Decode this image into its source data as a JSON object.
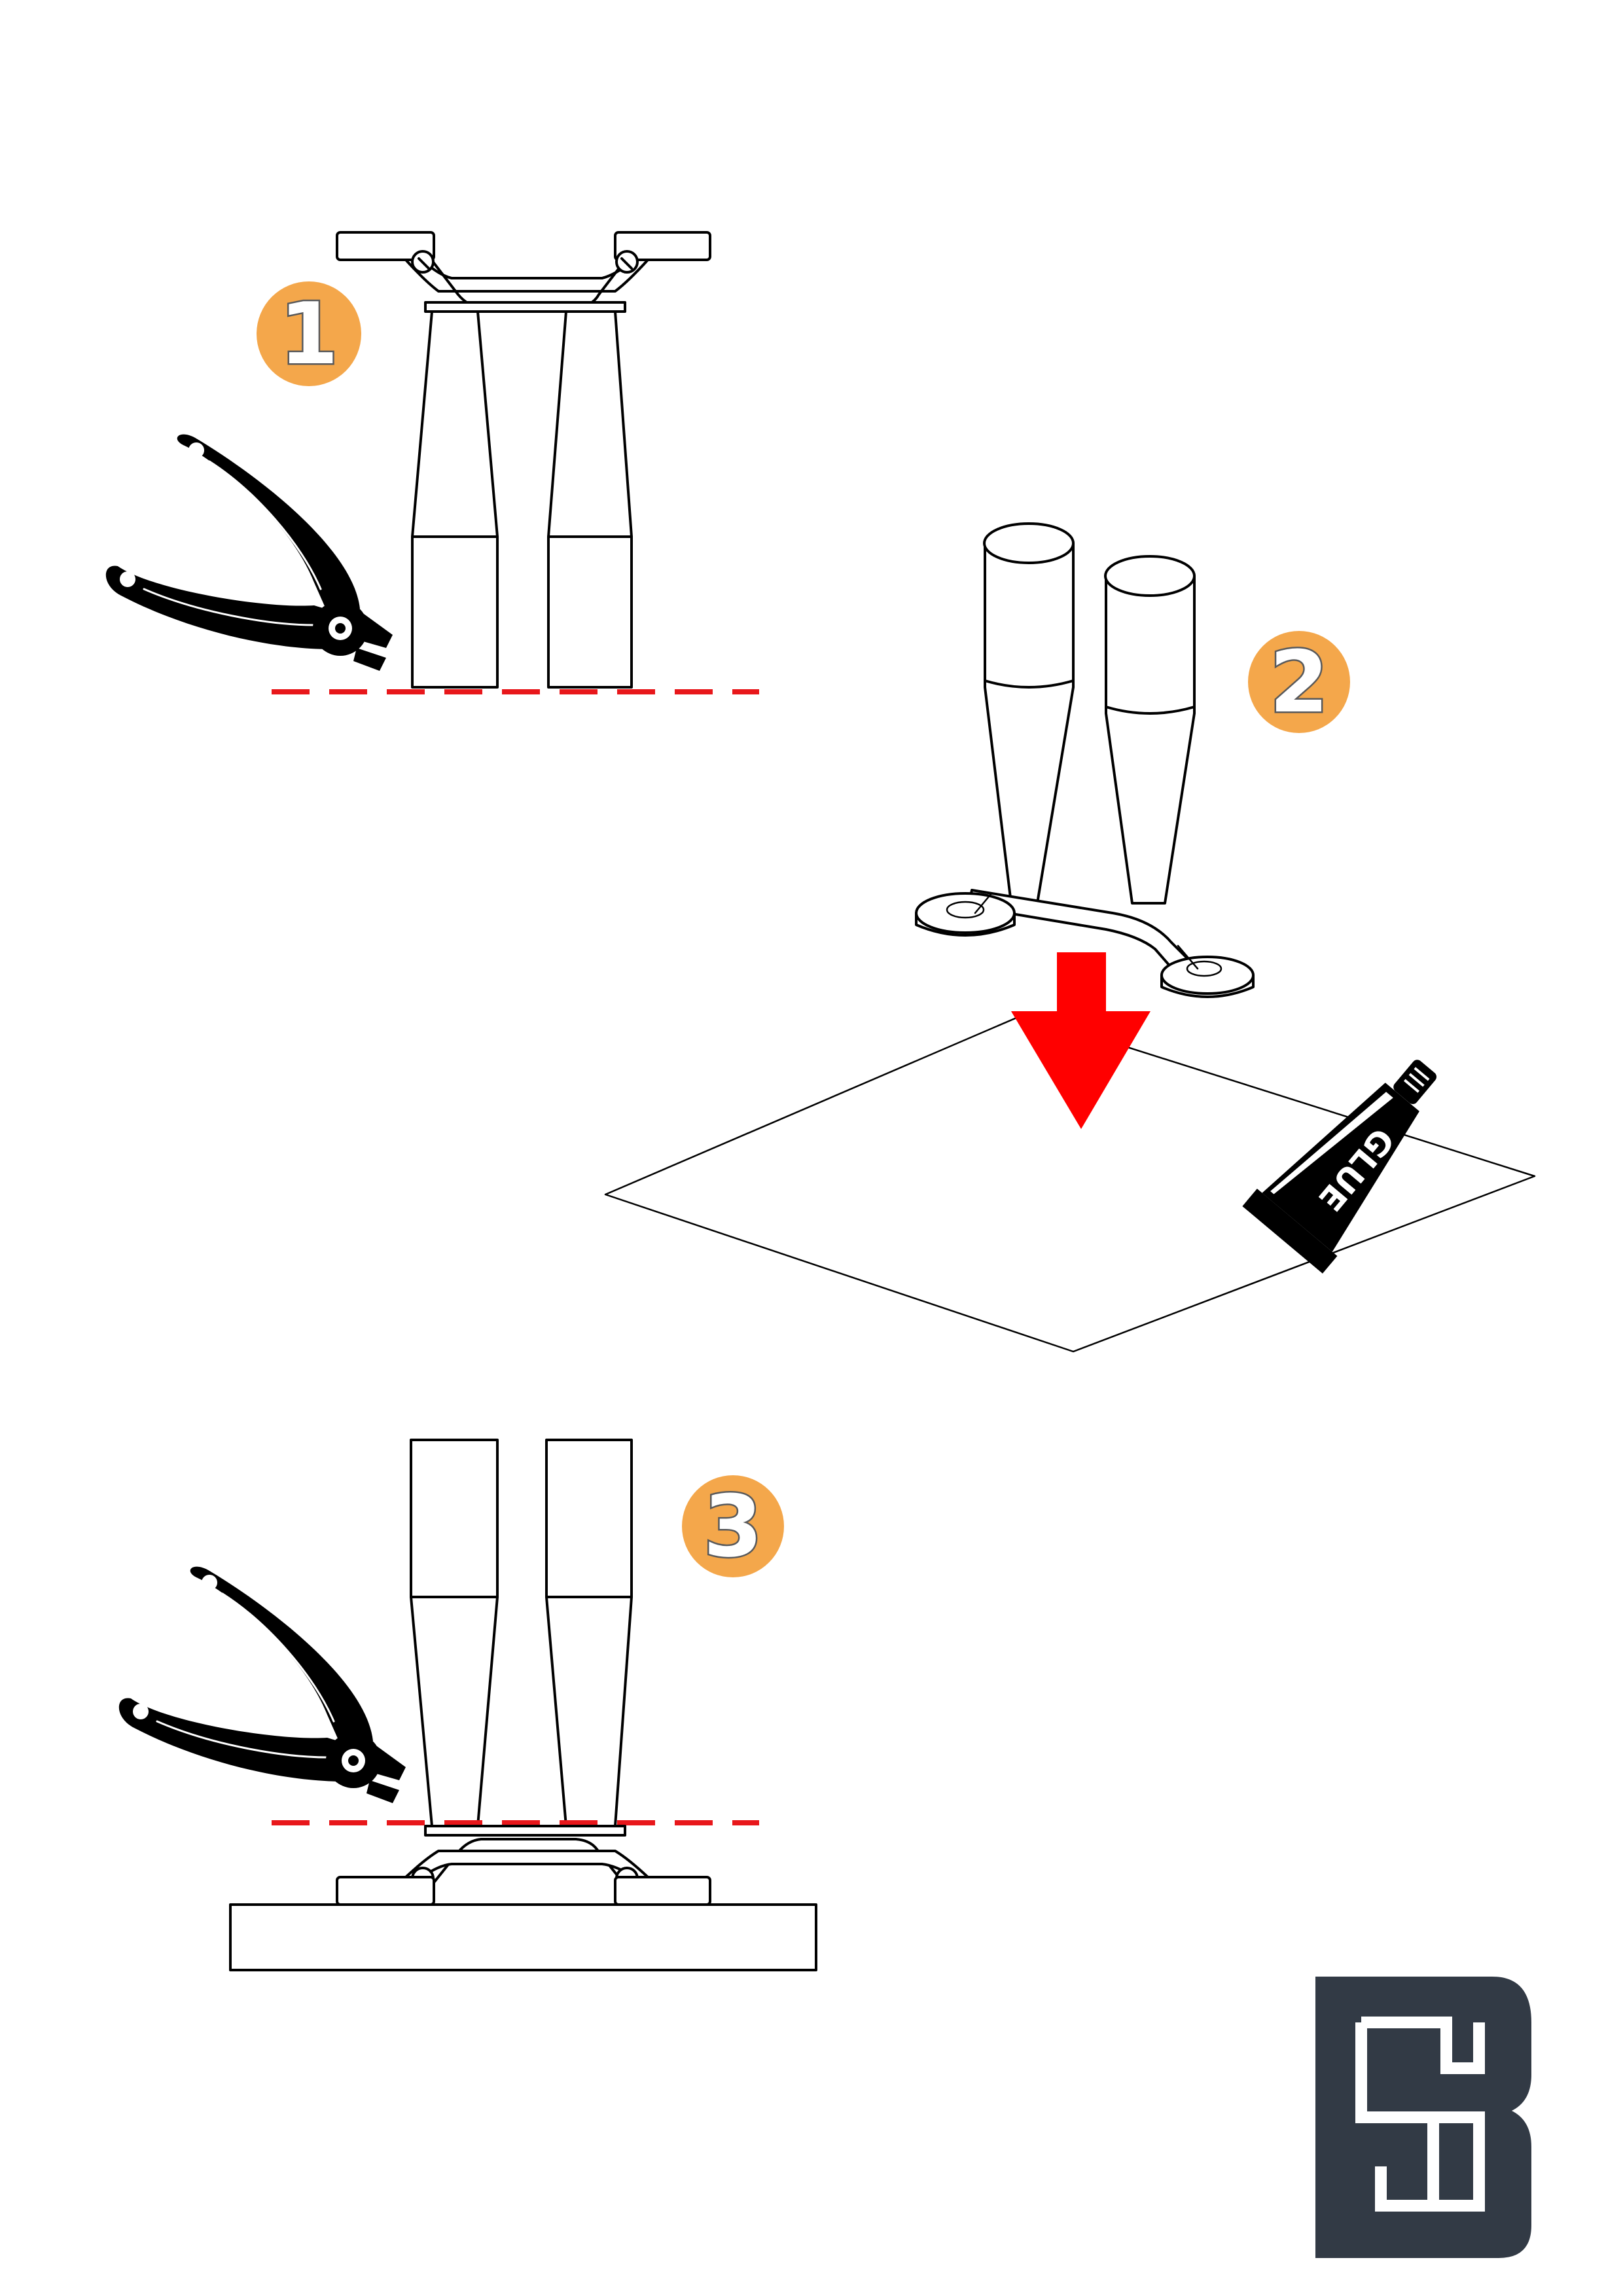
{
  "steps": [
    {
      "number": "1"
    },
    {
      "number": "2"
    },
    {
      "number": "3"
    }
  ],
  "glue_tube": {
    "label": "GLUE"
  },
  "colors": {
    "badge": "#f4a74b",
    "badge_outline": "#58595b",
    "cut_line": "#e8171b",
    "arrow": "#ff0000",
    "logo": "#323a45"
  },
  "icons": [
    "side-cutters-icon",
    "glue-tube-icon",
    "down-arrow-icon",
    "brand-logo"
  ]
}
